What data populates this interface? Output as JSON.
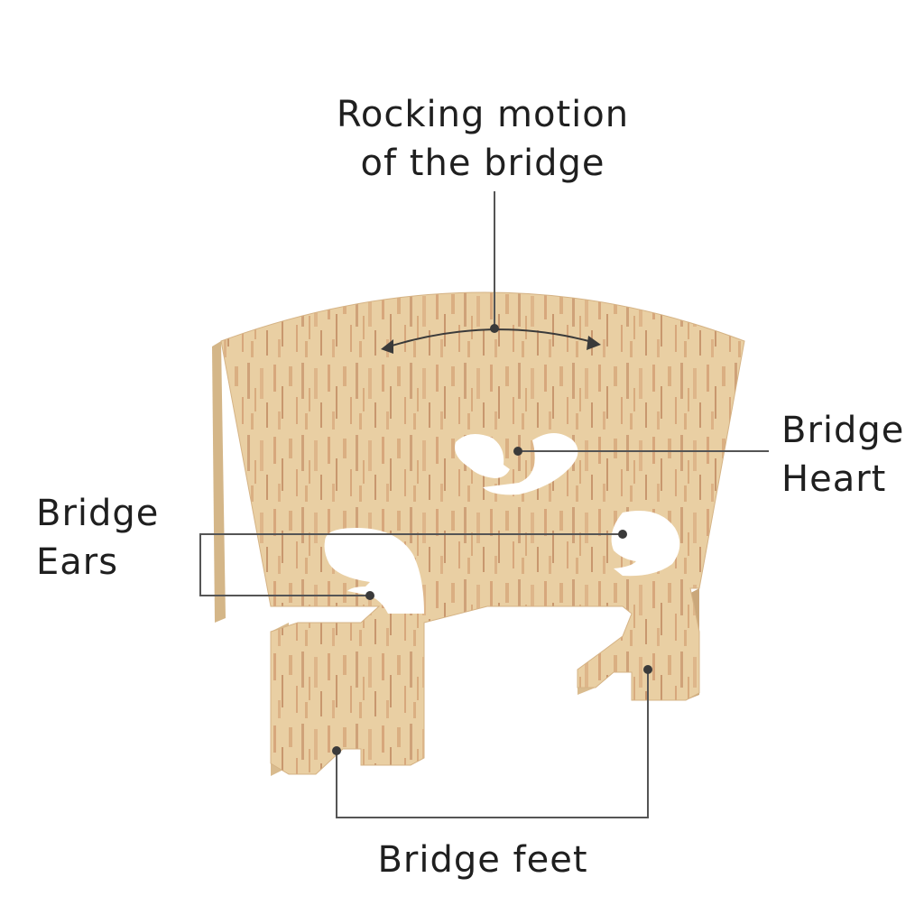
{
  "labels": {
    "rocking_line1": "Rocking motion",
    "rocking_line2": "of the bridge",
    "heart_line1": "Bridge",
    "heart_line2": "Heart",
    "ears_line1": "Bridge",
    "ears_line2": "Ears",
    "feet": "Bridge feet"
  },
  "colors": {
    "wood_base": "#e9cfa3",
    "wood_light": "#f1dcb8",
    "wood_grain": "#c8875a",
    "wood_grain_dark": "#a8603a",
    "wood_edge": "#caa77a",
    "leader_line": "#555555"
  }
}
